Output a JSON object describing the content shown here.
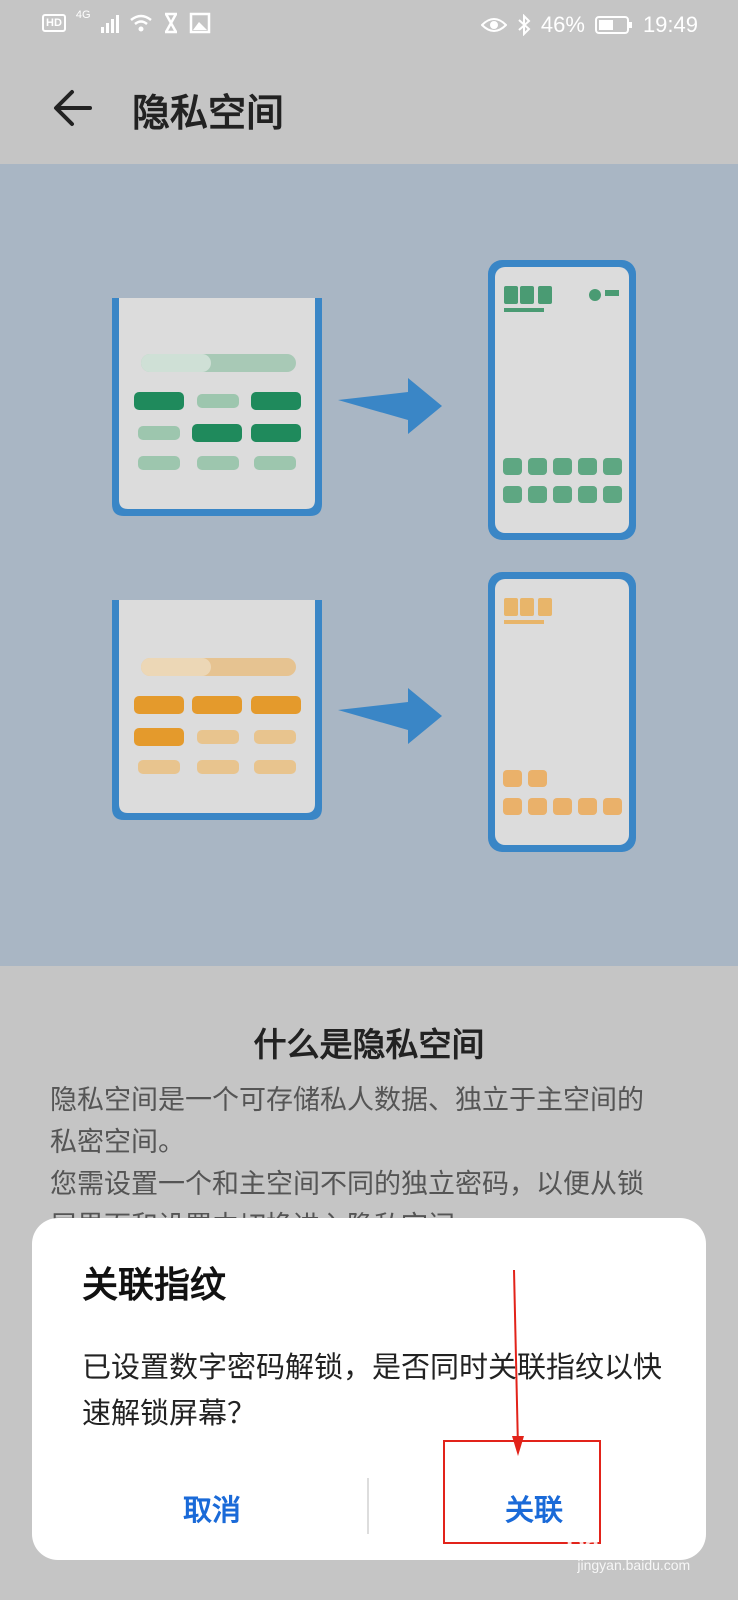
{
  "status_bar": {
    "hd": "HD",
    "network": "4G",
    "battery_percent": "46%",
    "time": "19:49"
  },
  "app_bar": {
    "title": "隐私空间"
  },
  "content": {
    "heading": "什么是隐私空间",
    "description_lines": [
      "隐私空间是一个可存储私人数据、独立于主空间的",
      "私密空间。",
      "您需设置一个和主空间不同的独立密码，以便从锁",
      "屏界面和设置中切换进入隐私空间。"
    ]
  },
  "dialog": {
    "title": "关联指纹",
    "message": "已设置数字密码解锁，是否同时关联指纹以快速解锁屏幕？",
    "cancel_label": "取消",
    "confirm_label": "关联"
  },
  "watermark": {
    "text": "Baidu经验",
    "sub": "jingyan.baidu.com"
  },
  "colors": {
    "dialog_button": "#1a6ad8",
    "annotation": "#e2231a",
    "illustration_bg": "#a9b6c4",
    "phone_frame": "#3a86c6",
    "green": "#1f8a5c",
    "orange": "#e49a2c"
  }
}
